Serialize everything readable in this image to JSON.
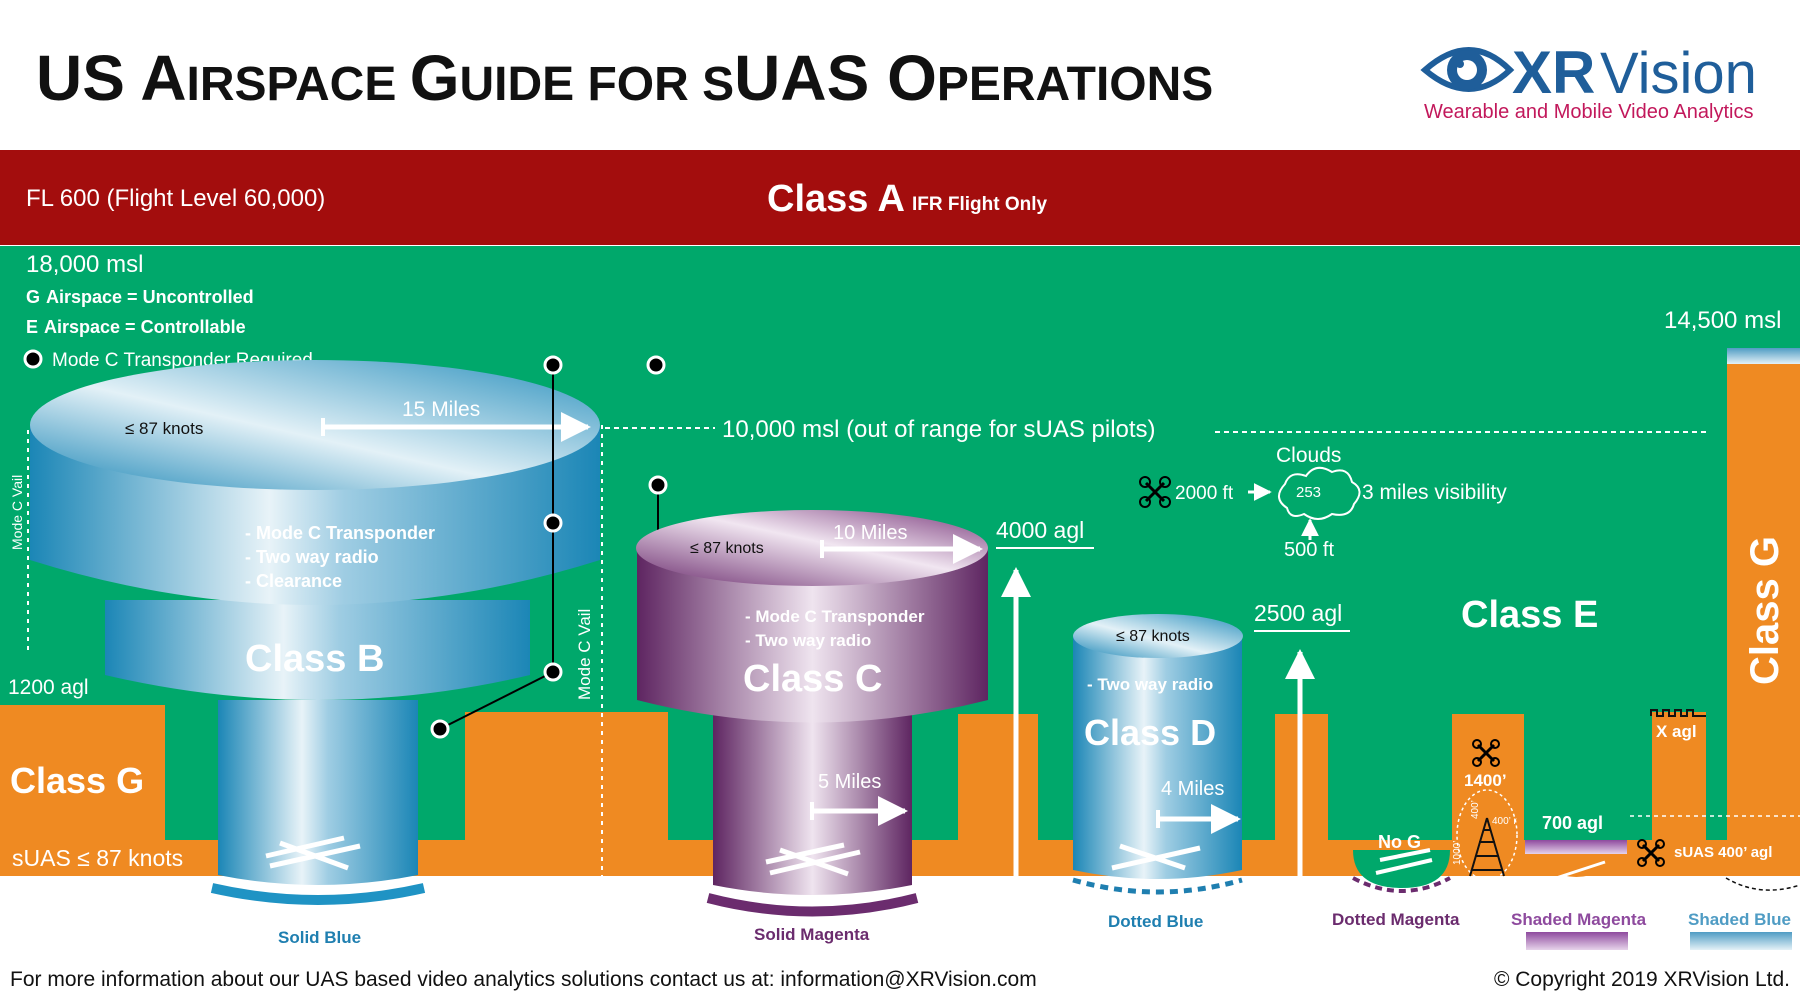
{
  "header": {
    "title_big": [
      "US ",
      "A",
      "G",
      "UAS ",
      "O"
    ],
    "title_small": [
      "IRSPACE ",
      "UIDE FOR S",
      "PERATIONS"
    ],
    "logo_word_xr": "XR",
    "logo_word_vision": "Vision",
    "logo_tagline": "Wearable and Mobile Video Analytics"
  },
  "class_a": {
    "fl_label": "FL 600 (Flight Level 60,000)",
    "title": "Class A",
    "subtitle": "IFR Flight Only"
  },
  "legend": {
    "msl_18000": "18,000 msl",
    "g_key": "G",
    "g_text": "Airspace = Uncontrolled",
    "e_key": "E",
    "e_text": "Airspace = Controllable",
    "mode_c_text": "Mode C Transponder Required"
  },
  "class_b": {
    "knots": "≤ 87 knots",
    "miles_top": "15 Miles",
    "requirements": [
      "- Mode C Transponder",
      "- Two way radio",
      "- Clearance"
    ],
    "title": "Class B",
    "veil_left": "Mode C Vail",
    "veil_right": "Mode C Vail",
    "chart_label": "Solid Blue"
  },
  "class_c": {
    "knots": "≤ 87 knots",
    "miles_top": "10 Miles",
    "requirements": [
      "- Mode C Transponder",
      "- Two way radio"
    ],
    "title": "Class C",
    "miles_bottom": "5 Miles",
    "chart_label": "Solid Magenta"
  },
  "class_d": {
    "knots": "≤ 87 knots",
    "requirements": [
      "- Two way radio"
    ],
    "title": "Class D",
    "miles_bottom": "4 Miles",
    "chart_label": "Dotted Blue"
  },
  "altitudes": {
    "msl_10000": "10,000 msl (out of range for sUAS pilots)",
    "agl_4000": "4000 agl",
    "agl_2500": "2500 agl",
    "agl_1200": "1200 agl",
    "msl_14500": "14,500 msl"
  },
  "clouds": {
    "label": "Clouds",
    "number": "253",
    "above": "2000 ft",
    "below": "500 ft",
    "visibility": "3 miles visibility"
  },
  "class_e": {
    "title": "Class E"
  },
  "class_g_left": {
    "title": "Class G",
    "suas": "sUAS ≤ 87 knots"
  },
  "class_g_right": {
    "title": "Class G"
  },
  "small_items": {
    "no_g": "No G",
    "dotted_magenta": "Dotted Magenta",
    "tower_1400": "1400’",
    "tower_400a": "400’",
    "tower_400b": "400’ r",
    "tower_1000": "1000’",
    "agl_700": "700 agl",
    "shaded_magenta": "Shaded Magenta",
    "x_agl": "X agl",
    "suas_400": "sUAS 400’ agl",
    "shaded_blue": "Shaded Blue"
  },
  "footer": {
    "info": "For more information about our UAS based video analytics solutions contact us at: information@XRVision.com",
    "copyright": "© Copyright 2019 XRVision Ltd."
  },
  "colors": {
    "class_a_red": "#a30d0d",
    "class_e_green": "#00a86b",
    "class_g_orange": "#ef8a22",
    "class_b_blue": "#1f93c4",
    "class_c_purple": "#6b2c6e",
    "logo_blue": "#1f5e9a",
    "logo_red": "#c2185b"
  }
}
